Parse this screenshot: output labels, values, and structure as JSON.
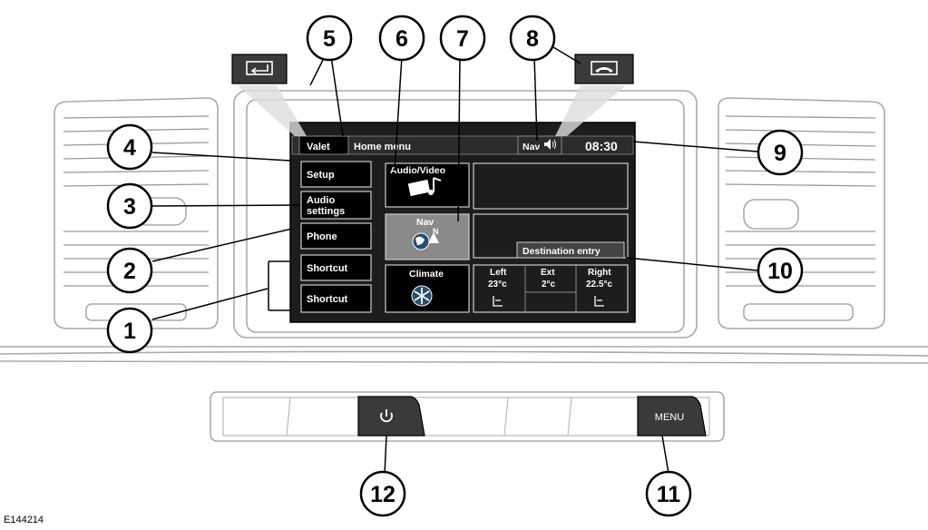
{
  "screen": {
    "valet": "Valet",
    "title": "Home menu",
    "nav_status": "Nav",
    "clock": "08:30",
    "menu_buttons": [
      "Setup",
      "Audio",
      "settings",
      "Phone",
      "Shortcut",
      "Shortcut"
    ],
    "tiles": {
      "audio_video": "Audio/Video",
      "nav": "Nav",
      "climate": "Climate"
    },
    "destination_entry": "Destination entry",
    "temps": {
      "left_label": "Left",
      "left_value": "23°c",
      "ext_label": "Ext",
      "ext_value": "2°c",
      "right_label": "Right",
      "right_value": "22.5°c"
    }
  },
  "panel_buttons": {
    "menu": "MENU"
  },
  "callouts": [
    "1",
    "2",
    "3",
    "4",
    "5",
    "6",
    "7",
    "8",
    "9",
    "10",
    "11",
    "12"
  ],
  "figure_id": "E144214",
  "icons": [
    "back-icon",
    "phone-hangup-icon",
    "volume-icon",
    "film-music-icon",
    "globe-nav-icon",
    "snowflake-icon",
    "seat-icon",
    "power-icon"
  ]
}
